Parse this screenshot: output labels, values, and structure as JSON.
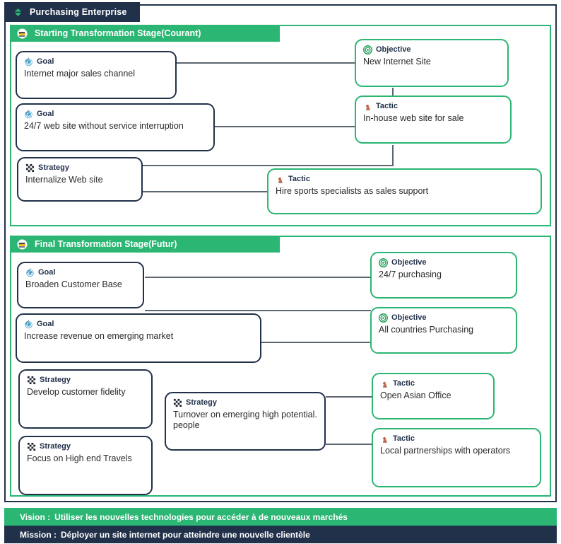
{
  "titlebar": {
    "label": "Purchasing Enterprise",
    "icon": "triangle-arrow-icon",
    "bg": "#22314a",
    "accent": "#2bb673"
  },
  "colors": {
    "green": "#2bb673",
    "navy": "#22314a",
    "line": "#5c6670",
    "text": "#2a2a2a"
  },
  "stages": [
    {
      "id": "starting",
      "header": {
        "label": "Starting Transformation Stage(Courant)",
        "icon": "stage-swirl-icon"
      },
      "cards": [
        {
          "id": "s1-goal-1",
          "kind": "Goal",
          "icon": "goal-spiral-icon",
          "style": "navy",
          "text": "Internet major sales channel"
        },
        {
          "id": "s1-goal-2",
          "kind": "Goal",
          "icon": "goal-spiral-icon",
          "style": "navy",
          "text": "24/7 web site without service interruption"
        },
        {
          "id": "s1-strategy-1",
          "kind": "Strategy",
          "icon": "strategy-board-icon",
          "style": "navy",
          "text": "Internalize Web site"
        },
        {
          "id": "s1-objective-1",
          "kind": "Objective",
          "icon": "objective-target-icon",
          "style": "green",
          "text": "New Internet Site"
        },
        {
          "id": "s1-tactic-1",
          "kind": "Tactic",
          "icon": "tactic-knight-icon",
          "style": "green",
          "text": "In-house web site for sale"
        },
        {
          "id": "s1-tactic-2",
          "kind": "Tactic",
          "icon": "tactic-knight-icon",
          "style": "green",
          "text": "Hire sports specialists as sales support"
        }
      ]
    },
    {
      "id": "final",
      "header": {
        "label": "Final Transformation Stage(Futur)",
        "icon": "stage-swirl-icon"
      },
      "cards": [
        {
          "id": "s2-goal-1",
          "kind": "Goal",
          "icon": "goal-spiral-icon",
          "style": "navy",
          "text": "Broaden Customer Base"
        },
        {
          "id": "s2-goal-2",
          "kind": "Goal",
          "icon": "goal-spiral-icon",
          "style": "navy",
          "text": "Increase revenue on emerging market"
        },
        {
          "id": "s2-strategy-1",
          "kind": "Strategy",
          "icon": "strategy-board-icon",
          "style": "navy",
          "text": "Develop customer fidelity"
        },
        {
          "id": "s2-strategy-2",
          "kind": "Strategy",
          "icon": "strategy-board-icon",
          "style": "navy",
          "text": "Focus on High end Travels"
        },
        {
          "id": "s2-strategy-3",
          "kind": "Strategy",
          "icon": "strategy-board-icon",
          "style": "navy",
          "text": "Turnover on emerging high potential. people"
        },
        {
          "id": "s2-objective-1",
          "kind": "Objective",
          "icon": "objective-target-icon",
          "style": "green",
          "text": "24/7 purchasing"
        },
        {
          "id": "s2-objective-2",
          "kind": "Objective",
          "icon": "objective-target-icon",
          "style": "green",
          "text": "All countries Purchasing"
        },
        {
          "id": "s2-tactic-1",
          "kind": "Tactic",
          "icon": "tactic-knight-icon",
          "style": "green",
          "text": "Open Asian Office"
        },
        {
          "id": "s2-tactic-2",
          "kind": "Tactic",
          "icon": "tactic-knight-icon",
          "style": "green",
          "text": "Local partnerships with operators"
        }
      ]
    }
  ],
  "footer": {
    "vision": {
      "label": "Vision :",
      "text": "Utiliser les nouvelles technologies pour accéder à de nouveaux marchés"
    },
    "mission": {
      "label": "Mission :",
      "text": "Déployer un site internet pour atteindre une nouvelle clientèle"
    }
  }
}
